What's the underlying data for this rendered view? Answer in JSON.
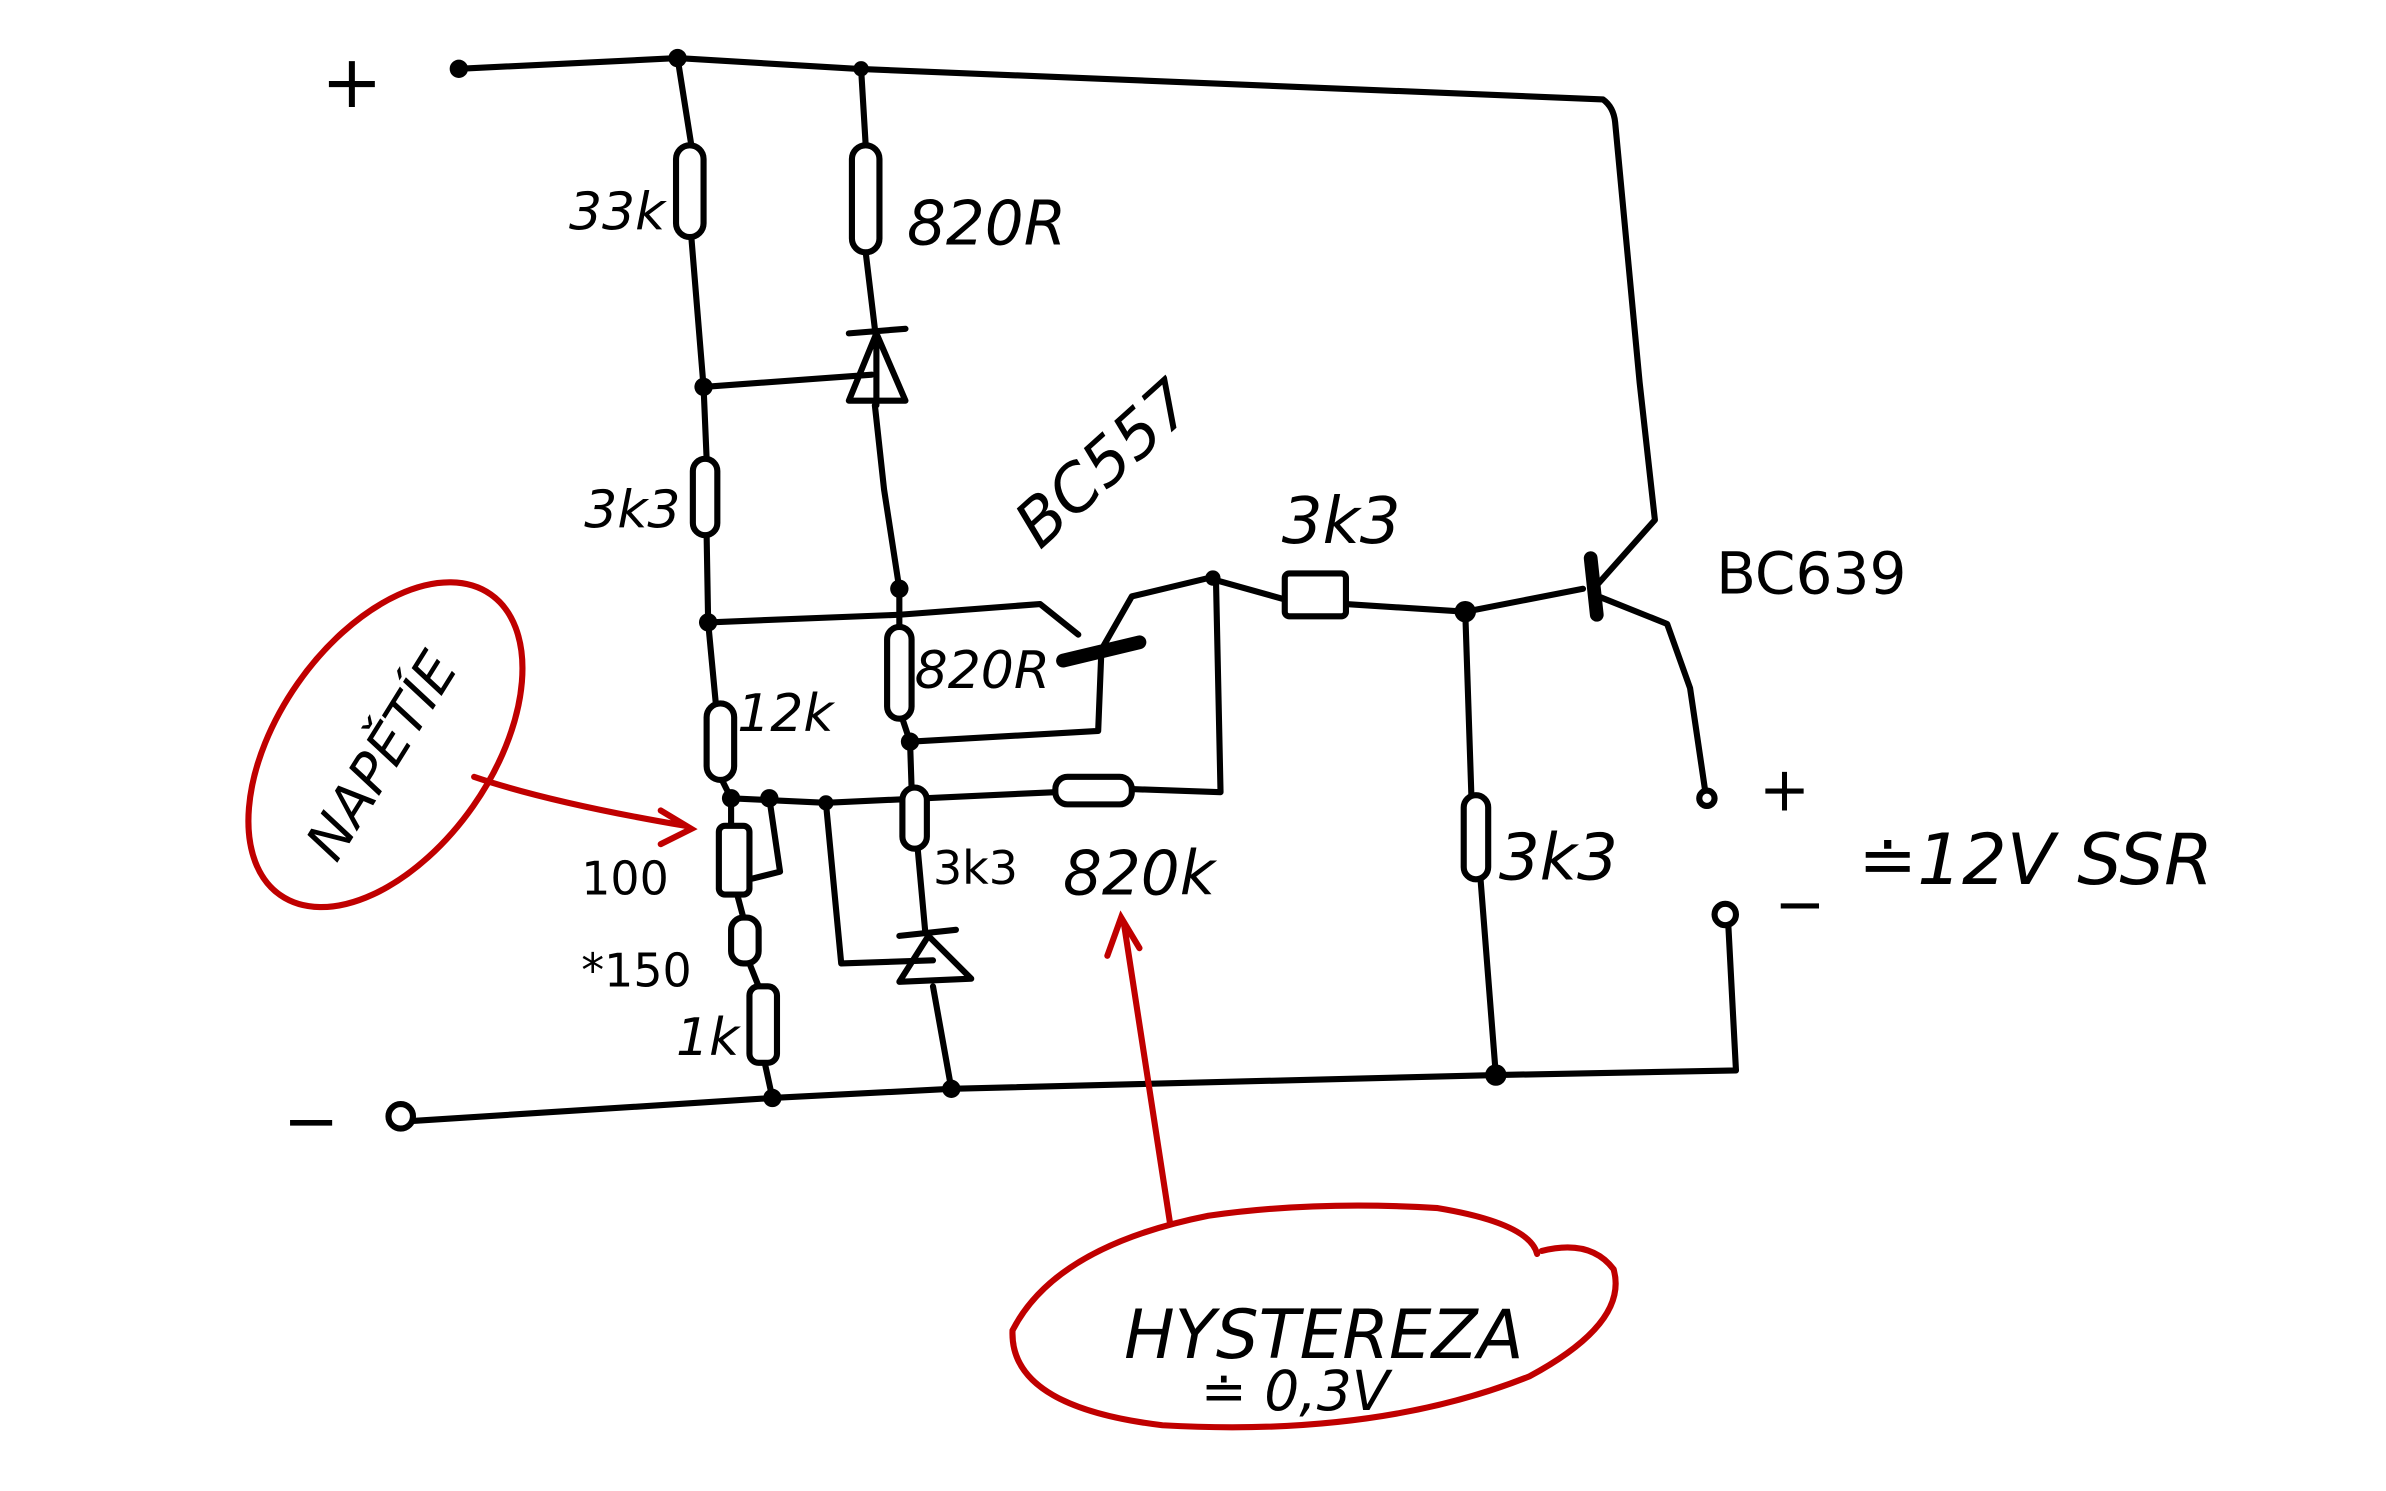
{
  "title": "Hand-drawn voltage comparator with hysteresis driving SSR",
  "terminals": {
    "plus": "+",
    "minus": "−",
    "out_plus": "+",
    "out_minus": "−"
  },
  "components": {
    "r_33k": "33k",
    "r_820r_top": "820R",
    "r_3k3_left": "3k3",
    "r_12k": "12k",
    "r_820r_mid": "820R",
    "pot_100": "100",
    "r_150": "*150",
    "r_1k": "1k",
    "r_3k3_mid": "3k3",
    "r_820k": "820k",
    "r_3k3_base": "3k3",
    "r_3k3_right": "3k3",
    "q1": "BC557",
    "q2": "BC639"
  },
  "output_label": "≐12V SSR",
  "annotations": {
    "input_note": "NAPĚTÍE",
    "hysteresis_title": "HYSTEREZA",
    "hysteresis_value": "≐ 0,3V"
  },
  "colors": {
    "ink": "#000000",
    "annotation": "#c00000"
  }
}
